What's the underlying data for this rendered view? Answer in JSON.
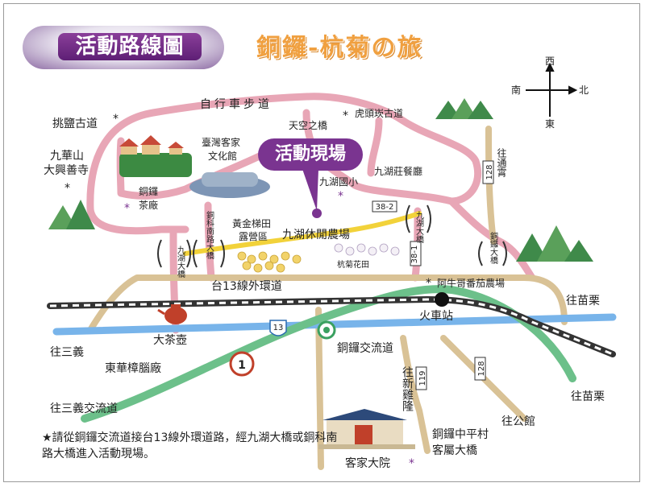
{
  "title": "活動路線圖",
  "subtitle": "銅鑼-杭菊の旅",
  "venue": "活動現場",
  "compass": {
    "north": "北",
    "south": "南",
    "east": "東",
    "west": "西"
  },
  "places": {
    "bike_path": "自行車步道",
    "tiaoyan_trail": "挑鹽古道",
    "hutoutan_trail": "虎頭崁古道",
    "tiankong_bridge": "天空之橋",
    "jiuhuashan": "九華山",
    "daxing_temple": "大興善寺",
    "tea_factory_1": "銅鑼",
    "tea_factory_2": "茶廠",
    "hakka_museum_1": "臺灣客家",
    "hakka_museum_2": "文化館",
    "jiuhu_school": "九湖國小",
    "jiuhu_restaurant": "九湖莊餐廳",
    "golden_terrace": "黃金梯田",
    "campground": "露營區",
    "jiuhu_farm": "九湖休閒農場",
    "chrysanthemum": "杭菊花田",
    "jiujiu_bridge": "九湖大橋",
    "tongke_bridge": "銅科南路大橋",
    "jiuhu_bridge_v": "九湖大橋",
    "tongluo_bridge": "銅鑼大橋",
    "tongxiao": "往通霄",
    "ring_road": "台13線外環道",
    "tomato_farm": "阿牛哥番茄農場",
    "to_miaoli_1": "往苗栗",
    "train_station": "火車站",
    "big_teapot": "大茶壺",
    "to_sanyi": "往三義",
    "camphor": "東華樟腦廠",
    "tongluo_ic": "銅鑼交流道",
    "to_xinjilong": "往新雞隆",
    "to_miaoli_2": "往苗栗",
    "to_sanyi_ic": "往三義交流道",
    "to_gongguan": "往公館",
    "hakka_bridge_1": "銅鑼中平村",
    "hakka_bridge_2": "客屬大橋",
    "hakka_park": "客家大院"
  },
  "road_badges": {
    "r38_2": "38-2",
    "r38_1": "38-1",
    "r128_a": "128",
    "r128_b": "128",
    "r119": "119",
    "r13": "13",
    "r1": "1"
  },
  "note": "★請從銅鑼交流道接台13線外環道路，經九湖大橋或銅科南路大橋進入活動現場。",
  "colors": {
    "title_purple": "#6b2a86",
    "subtitle_orange": "#f0a040",
    "local_road": "#e8a0b0",
    "county_road": "#d8c090",
    "highway_13": "#6aaee8",
    "freeway_1": "#6cc08a",
    "rail": "#333333",
    "yellow_road": "#f0d030"
  }
}
